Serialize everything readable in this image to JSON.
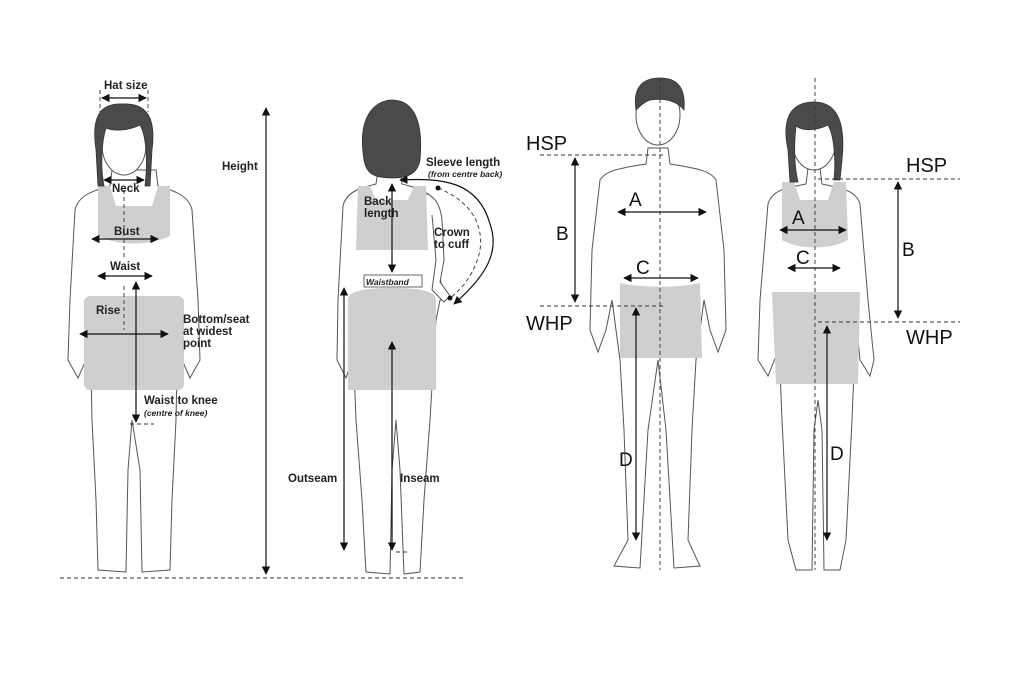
{
  "labels": {
    "hat_size": "Hat size",
    "neck": "Neck",
    "bust": "Bust",
    "waist": "Waist",
    "rise": "Rise",
    "bottom_seat_1": "Bottom/seat",
    "bottom_seat_2": "at widest",
    "bottom_seat_3": "point",
    "waist_to_knee": "Waist to knee",
    "centre_of_knee": "(centre of knee)",
    "height": "Height",
    "sleeve_length": "Sleeve length",
    "from_centre_back": "(from centre back)",
    "back_length_1": "Back",
    "back_length_2": "length",
    "crown_to_cuff_1": "Crown",
    "crown_to_cuff_2": "to cuff",
    "waistband": "Waistband",
    "outseam": "Outseam",
    "inseam": "Inseam"
  },
  "male_figure": {
    "hsp": "HSP",
    "whp": "WHP",
    "a": "A",
    "b": "B",
    "c": "C",
    "d": "D"
  },
  "female_figure": {
    "hsp": "HSP",
    "whp": "WHP",
    "a": "A",
    "b": "B",
    "c": "C",
    "d": "D"
  }
}
